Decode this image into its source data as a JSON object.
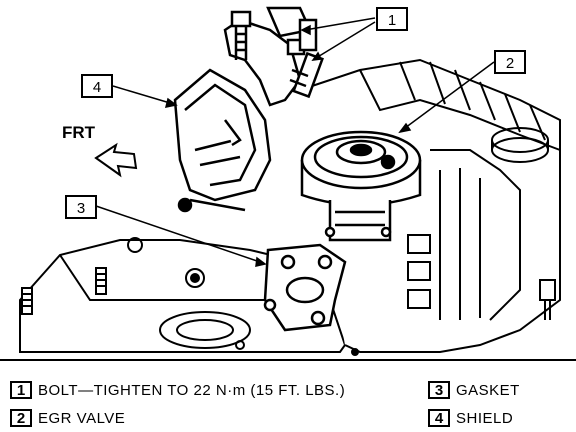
{
  "diagram": {
    "front_label": "FRT",
    "callouts": [
      {
        "id": "bolt",
        "number": "1"
      },
      {
        "id": "egr-valve",
        "number": "2"
      },
      {
        "id": "gasket",
        "number": "3"
      },
      {
        "id": "shield",
        "number": "4"
      }
    ]
  },
  "legend": {
    "items": [
      {
        "number": "1",
        "text": "BOLT—TIGHTEN TO 22 N·m (15 FT. LBS.)"
      },
      {
        "number": "2",
        "text": "EGR VALVE"
      },
      {
        "number": "3",
        "text": "GASKET"
      },
      {
        "number": "4",
        "text": "SHIELD"
      }
    ]
  }
}
